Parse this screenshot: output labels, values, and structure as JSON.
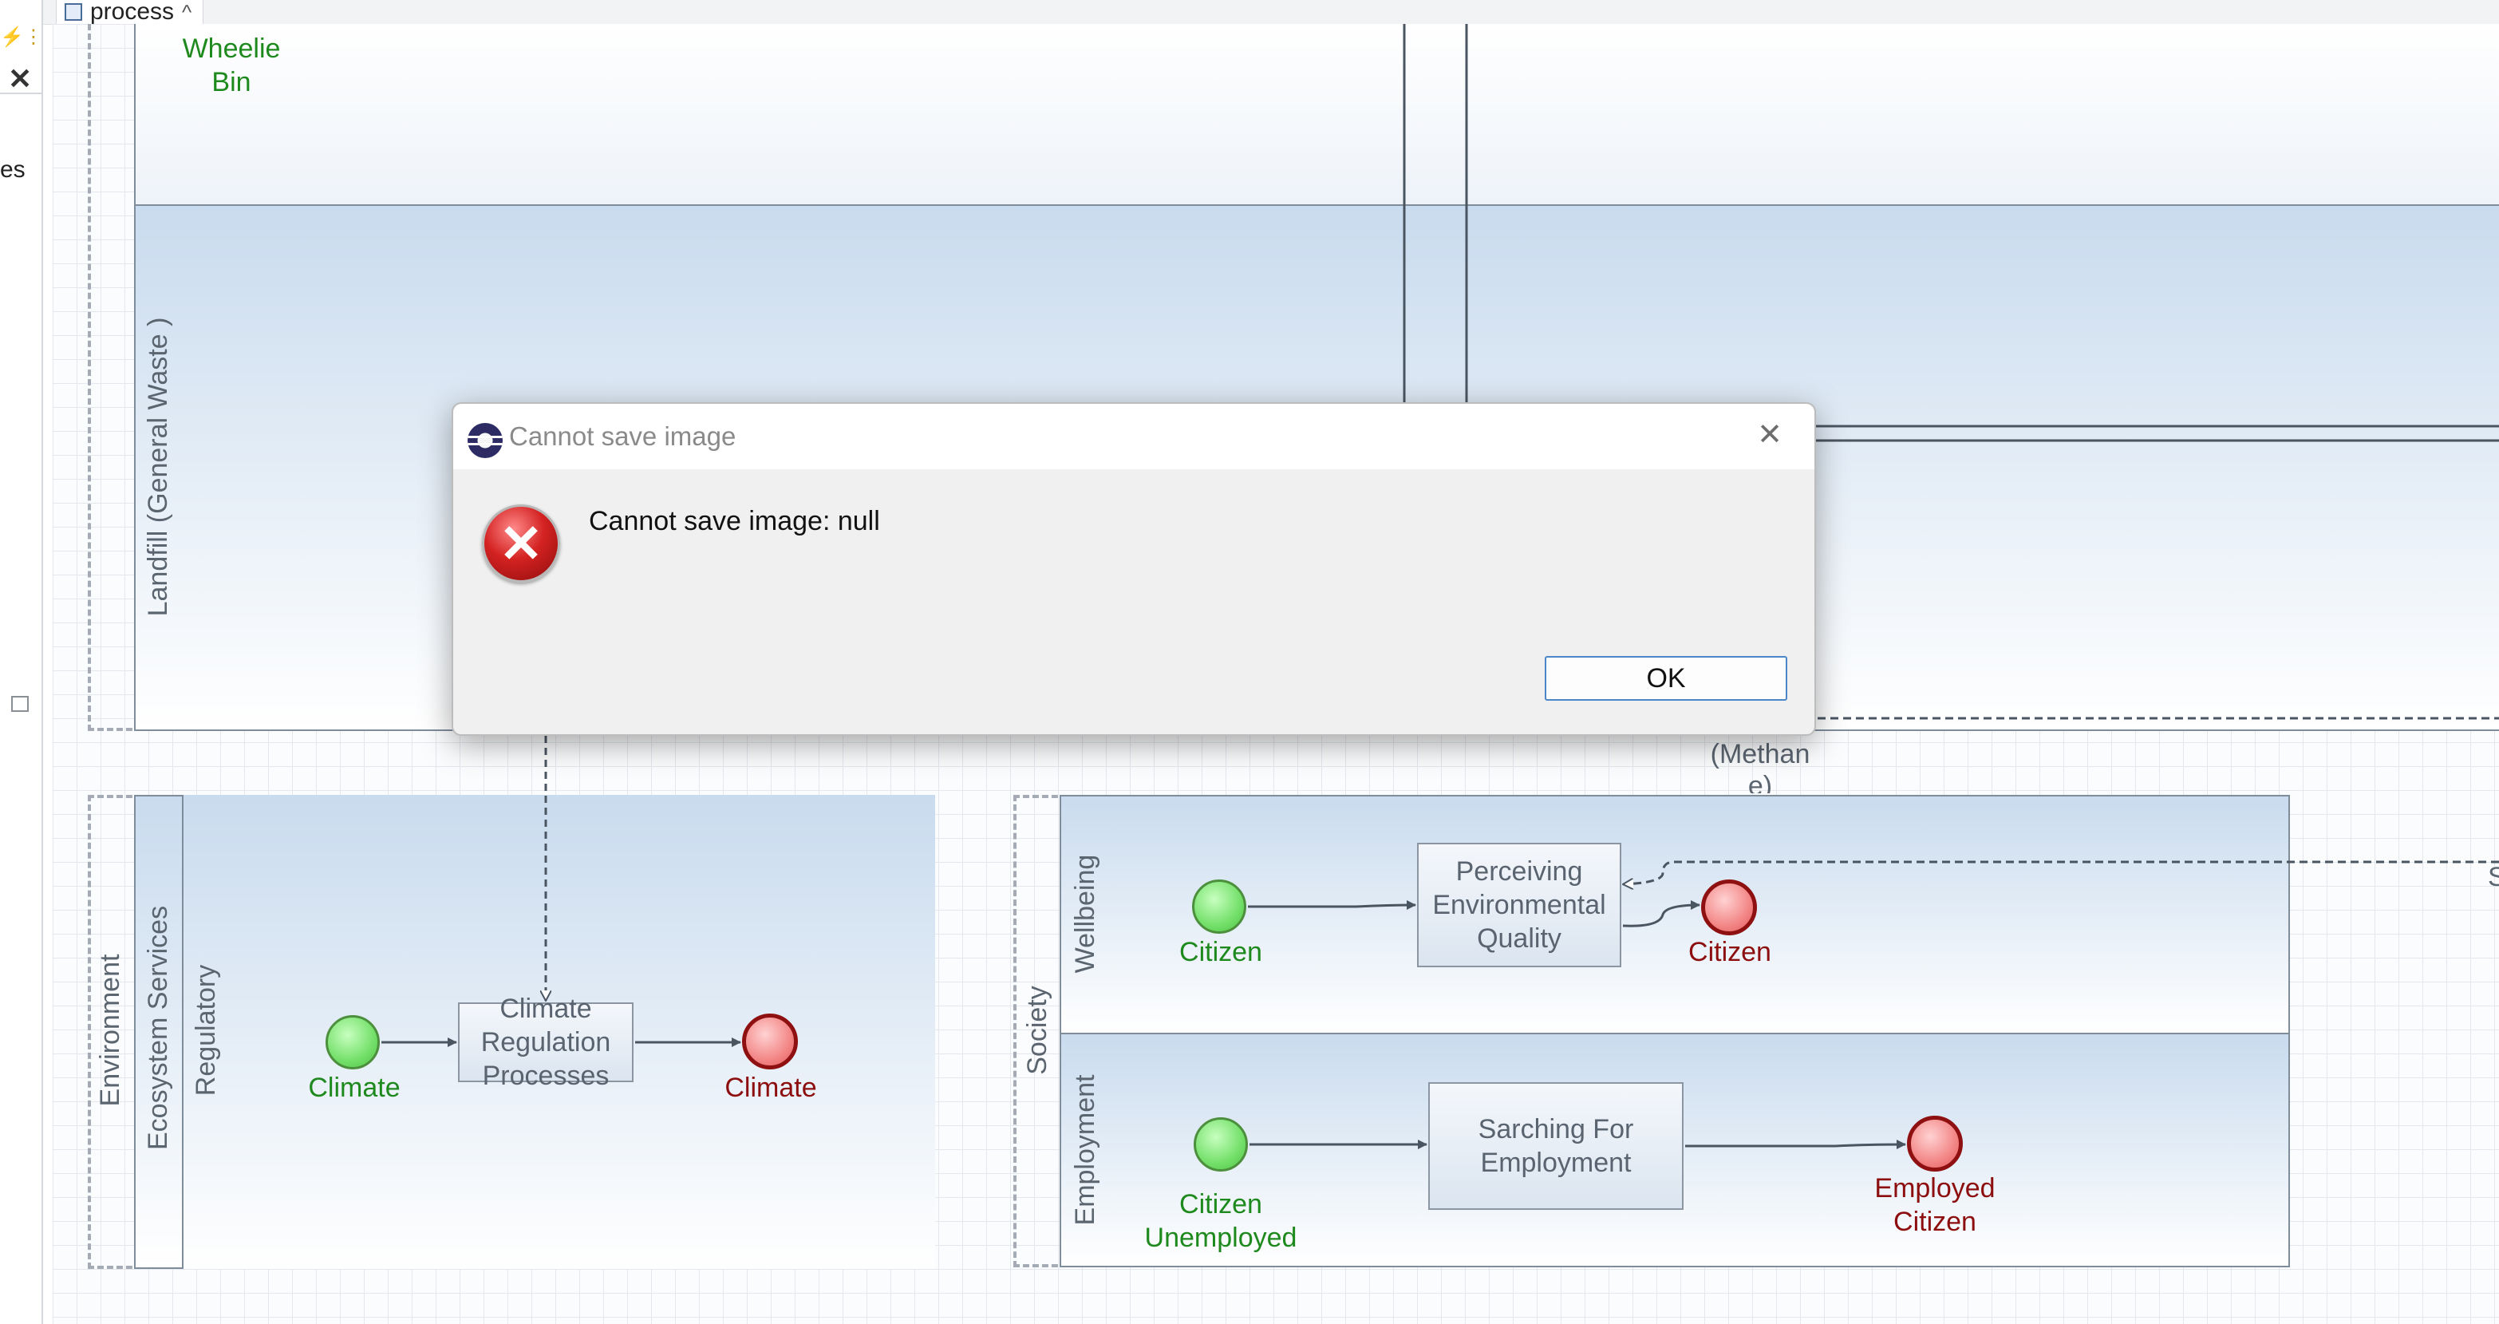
{
  "editor": {
    "tab_label": "process",
    "tab_close": "^",
    "left_panel_close": "✕",
    "left_panel_text": "es"
  },
  "diagram": {
    "top_lane_text": "Wheelie\nBin",
    "landfill_lane_label": "Landfill (General Waste )",
    "methane_text": "(Methan",
    "methane_text_2": "e)",
    "right_edge_text": "S",
    "environment_pool_label": "Environment",
    "ecosystem_lane_label": "Ecosystem Services",
    "regulatory_lane_label": "Regulatory",
    "climate_start_label": "Climate",
    "climate_task_label": "Climate Regulation Processes",
    "climate_end_label": "Climate",
    "society_pool_label": "Society",
    "wellbeing_lane_label": "Wellbeing",
    "citizen_start_label": "Citizen",
    "perceiving_task_label": "Perceiving Environmental Quality",
    "citizen_end_label": "Citizen",
    "employment_lane_label": "Employment",
    "unemployed_start_label": "Citizen Unemployed",
    "searching_task_label": "Sarching For Employment",
    "employed_end_label": "Employed Citizen"
  },
  "dialog": {
    "title": "Cannot save image",
    "message": "Cannot save image: null",
    "ok_label": "OK",
    "close_symbol": "✕",
    "error_symbol": "✕"
  }
}
